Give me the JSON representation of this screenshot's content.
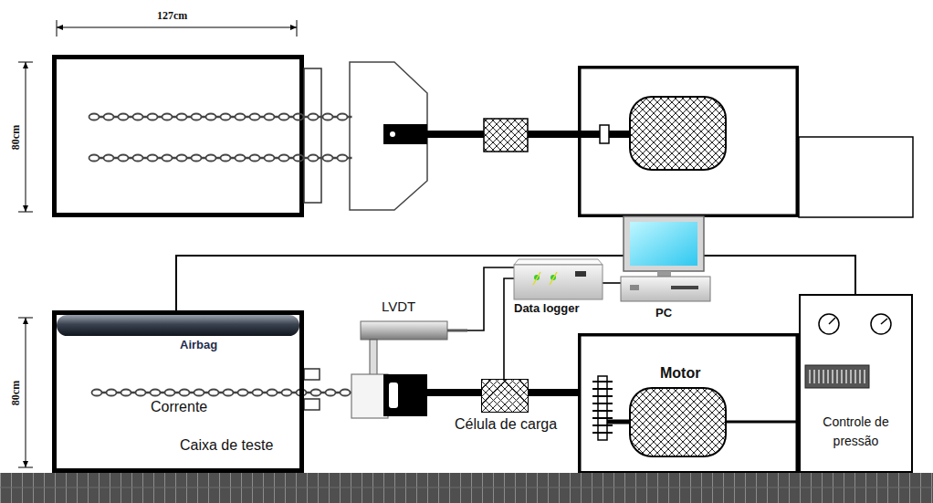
{
  "diagram": {
    "nodes": [
      {
        "text": [
          "Corrente",
          "Caixa de teste"
        ]
      },
      {
        "text": [
          "Airbag"
        ],
        "in": 0
      },
      {
        "text": [
          "LVDT"
        ]
      },
      {
        "text": [
          "Data logger"
        ]
      },
      {
        "text": [
          "PC"
        ]
      },
      {
        "text": [
          "Célula de carga"
        ]
      },
      {
        "text": [
          "Motor"
        ]
      },
      {
        "text": [
          "Controle de pressão"
        ]
      }
    ],
    "edges": [
      {
        "from": 1,
        "to": 7,
        "arrow": "none"
      },
      {
        "from": 2,
        "to": 3,
        "arrow": "none"
      },
      {
        "from": 5,
        "to": 3,
        "arrow": "none"
      },
      {
        "from": 3,
        "to": 4,
        "arrow": "none"
      }
    ],
    "labels": [
      "127cm",
      "80cm",
      "80cm"
    ]
  }
}
